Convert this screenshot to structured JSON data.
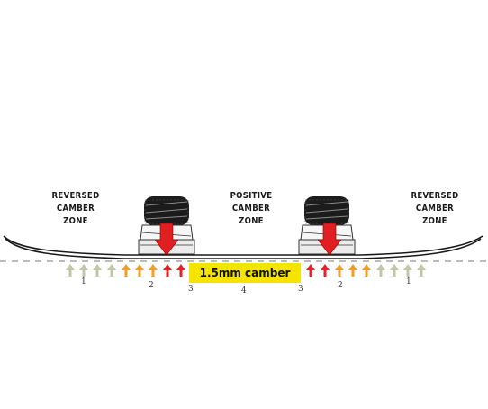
{
  "zones": {
    "left": [
      "REVERSED",
      "CAMBER",
      "ZONE"
    ],
    "center": [
      "POSITIVE",
      "CAMBER",
      "ZONE"
    ],
    "right": [
      "REVERSED",
      "CAMBER",
      "ZONE"
    ]
  },
  "camber_label": "1.5mm camber",
  "pressure_labels": {
    "left_1": "1",
    "left_2": "2",
    "left_3": "3",
    "center_4": "4",
    "right_3": "3",
    "right_2": "2",
    "right_1": "1"
  },
  "colors": {
    "outer": "#c2c6a8",
    "middle": "#f0a020",
    "inner": "#e8202a",
    "binding_arrow": "#e02020",
    "label_bg": "#f4e400",
    "board": "#1a1a1a"
  }
}
